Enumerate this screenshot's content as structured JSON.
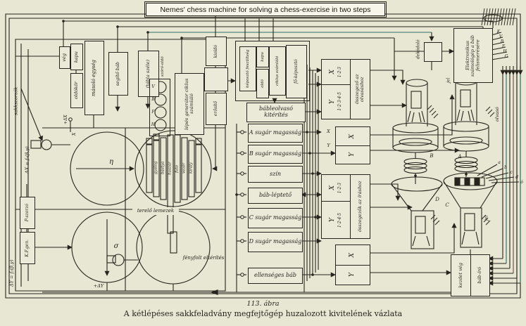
{
  "banner": {
    "title": "Nemes' chess machine for solving a chess-exercise in two steps"
  },
  "caption": {
    "figure_no": "113. ábra",
    "text": "A kétlépéses sakkfeladvány megfejtőgép huzalozott kivitelének vázlata"
  },
  "colors": {
    "background": "#e8e7d3",
    "ink": "#26241c",
    "teal": "#2f6f68",
    "maroon": "#6d4444"
  },
  "left": {
    "shaft_label": "sakkszorzók",
    "veg": "vég",
    "kapu": "kapu",
    "oldokor": "oldókör",
    "masolo_egyseg": "másoló egység",
    "segito_bab": "segítő báb",
    "tabla_szele": "(tábla széle)",
    "szoro_oldo": "szóró-oldó",
    "lepes_generator": "lépés generátor ciklus számláló",
    "piece_circle_letters": [
      "V",
      "B",
      "F",
      "H"
    ],
    "dx_formula": "ΔX = f₁(β,γ)",
    "dy_formula": "ΔY = f₂(β,γ)",
    "plus_dx": "+ΔX",
    "x_label": "X",
    "plus_dy": "+ΔY",
    "eta": "η",
    "sigma": "σ",
    "p_szorzo": "P-szorzó",
    "kf_gen": "K.F.gen.",
    "terelo_lemezek": "terelő lemezek",
    "fenyfolt": "fényfolt eltérítés",
    "strip_labels": [
      "gyalog",
      "bástya",
      "huszár",
      "futó",
      "vezér",
      "király"
    ]
  },
  "top_center": {
    "kioldo": "kioldó",
    "erosito": "erősítő",
    "keposzto_feszultseg": "képosztó feszültség",
    "kapu": "kapu",
    "oldo": "oldó",
    "ciklus_szamlalo": "ciklus számláló",
    "fo_kepszto": "fő-képosztó",
    "x": "X",
    "y": "Y"
  },
  "middle": {
    "bableolvaso": "bábleolvasó kitérítés",
    "rows": [
      "A sugár magasság",
      "B sugár magasság",
      "szín",
      "báb-léptető",
      "C sugár magasság",
      "D sugár magasság",
      "ellenséges báb"
    ]
  },
  "summers": {
    "read_label": "összegező az olvasáshoz",
    "write_label": "összegezők az íráshoz",
    "x": "X",
    "y": "Y",
    "x_ticks": "1·2·3",
    "y_ticks_read": "1·2·3·4·5",
    "y_ticks_write": "1·2·4·5"
  },
  "right": {
    "dekodolo": "dekódoló",
    "szamologep": "Elektronikus számológép a báb felismerésére",
    "jel_b": "jel",
    "jel_c": "jel",
    "olvaso": "olvasó",
    "piece_letters": [
      "K",
      "V",
      "B",
      "F",
      "H",
      "G"
    ],
    "tube_b": "B",
    "tube_a": "A",
    "funnel_d": "D",
    "funnel_c": "C",
    "fan_letters": [
      "a",
      "b",
      "c",
      "d"
    ],
    "o_label": "ó",
    "kezdet_veg": "kezdet vég",
    "bab_iro": "báb-író"
  }
}
